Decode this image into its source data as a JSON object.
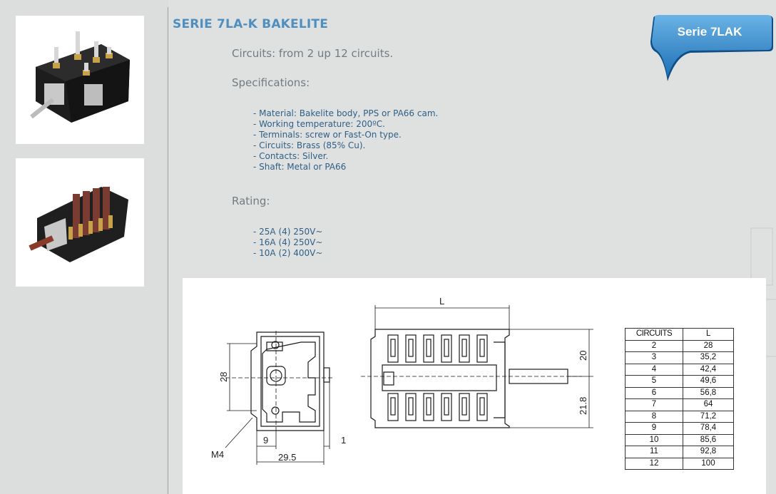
{
  "product": {
    "title": "SERIE 7LA-K BAKELITE",
    "badge": "Serie 7LAK",
    "circuits_text": "Circuits: from 2 up 12 circuits.",
    "specifications_heading": "Specifications:",
    "specifications": [
      "- Material: Bakelite body, PPS or PA66 cam.",
      "- Working temperature: 200ºC.",
      "- Terminals: screw or Fast-On type.",
      "- Circuits: Brass (85% Cu).",
      "- Contacts: Silver.",
      "- Shaft: Metal or PA66"
    ],
    "rating_heading": "Rating:",
    "ratings": [
      "- 25A (4) 250V~",
      "- 16A (4) 250V~",
      "- 10A (2) 400V~"
    ]
  },
  "drawing": {
    "dims": {
      "L": "L",
      "h28": "28",
      "w9": "9",
      "w1": "1",
      "w29_5": "29.5",
      "m4": "M4",
      "h20": "20",
      "h21_8": "21.8"
    },
    "table": {
      "headers": [
        "CIRCUITS",
        "L"
      ],
      "rows": [
        [
          "2",
          "28"
        ],
        [
          "3",
          "35,2"
        ],
        [
          "4",
          "42,4"
        ],
        [
          "5",
          "49,6"
        ],
        [
          "6",
          "56,8"
        ],
        [
          "7",
          "64"
        ],
        [
          "8",
          "71,2"
        ],
        [
          "9",
          "78,4"
        ],
        [
          "10",
          "85,6"
        ],
        [
          "11",
          "92,8"
        ],
        [
          "12",
          "100"
        ]
      ]
    }
  },
  "colors": {
    "title": "#4f8fc0",
    "badge": "#2f86c8",
    "list_text": "#2f5f86",
    "body_text": "#737b80"
  }
}
